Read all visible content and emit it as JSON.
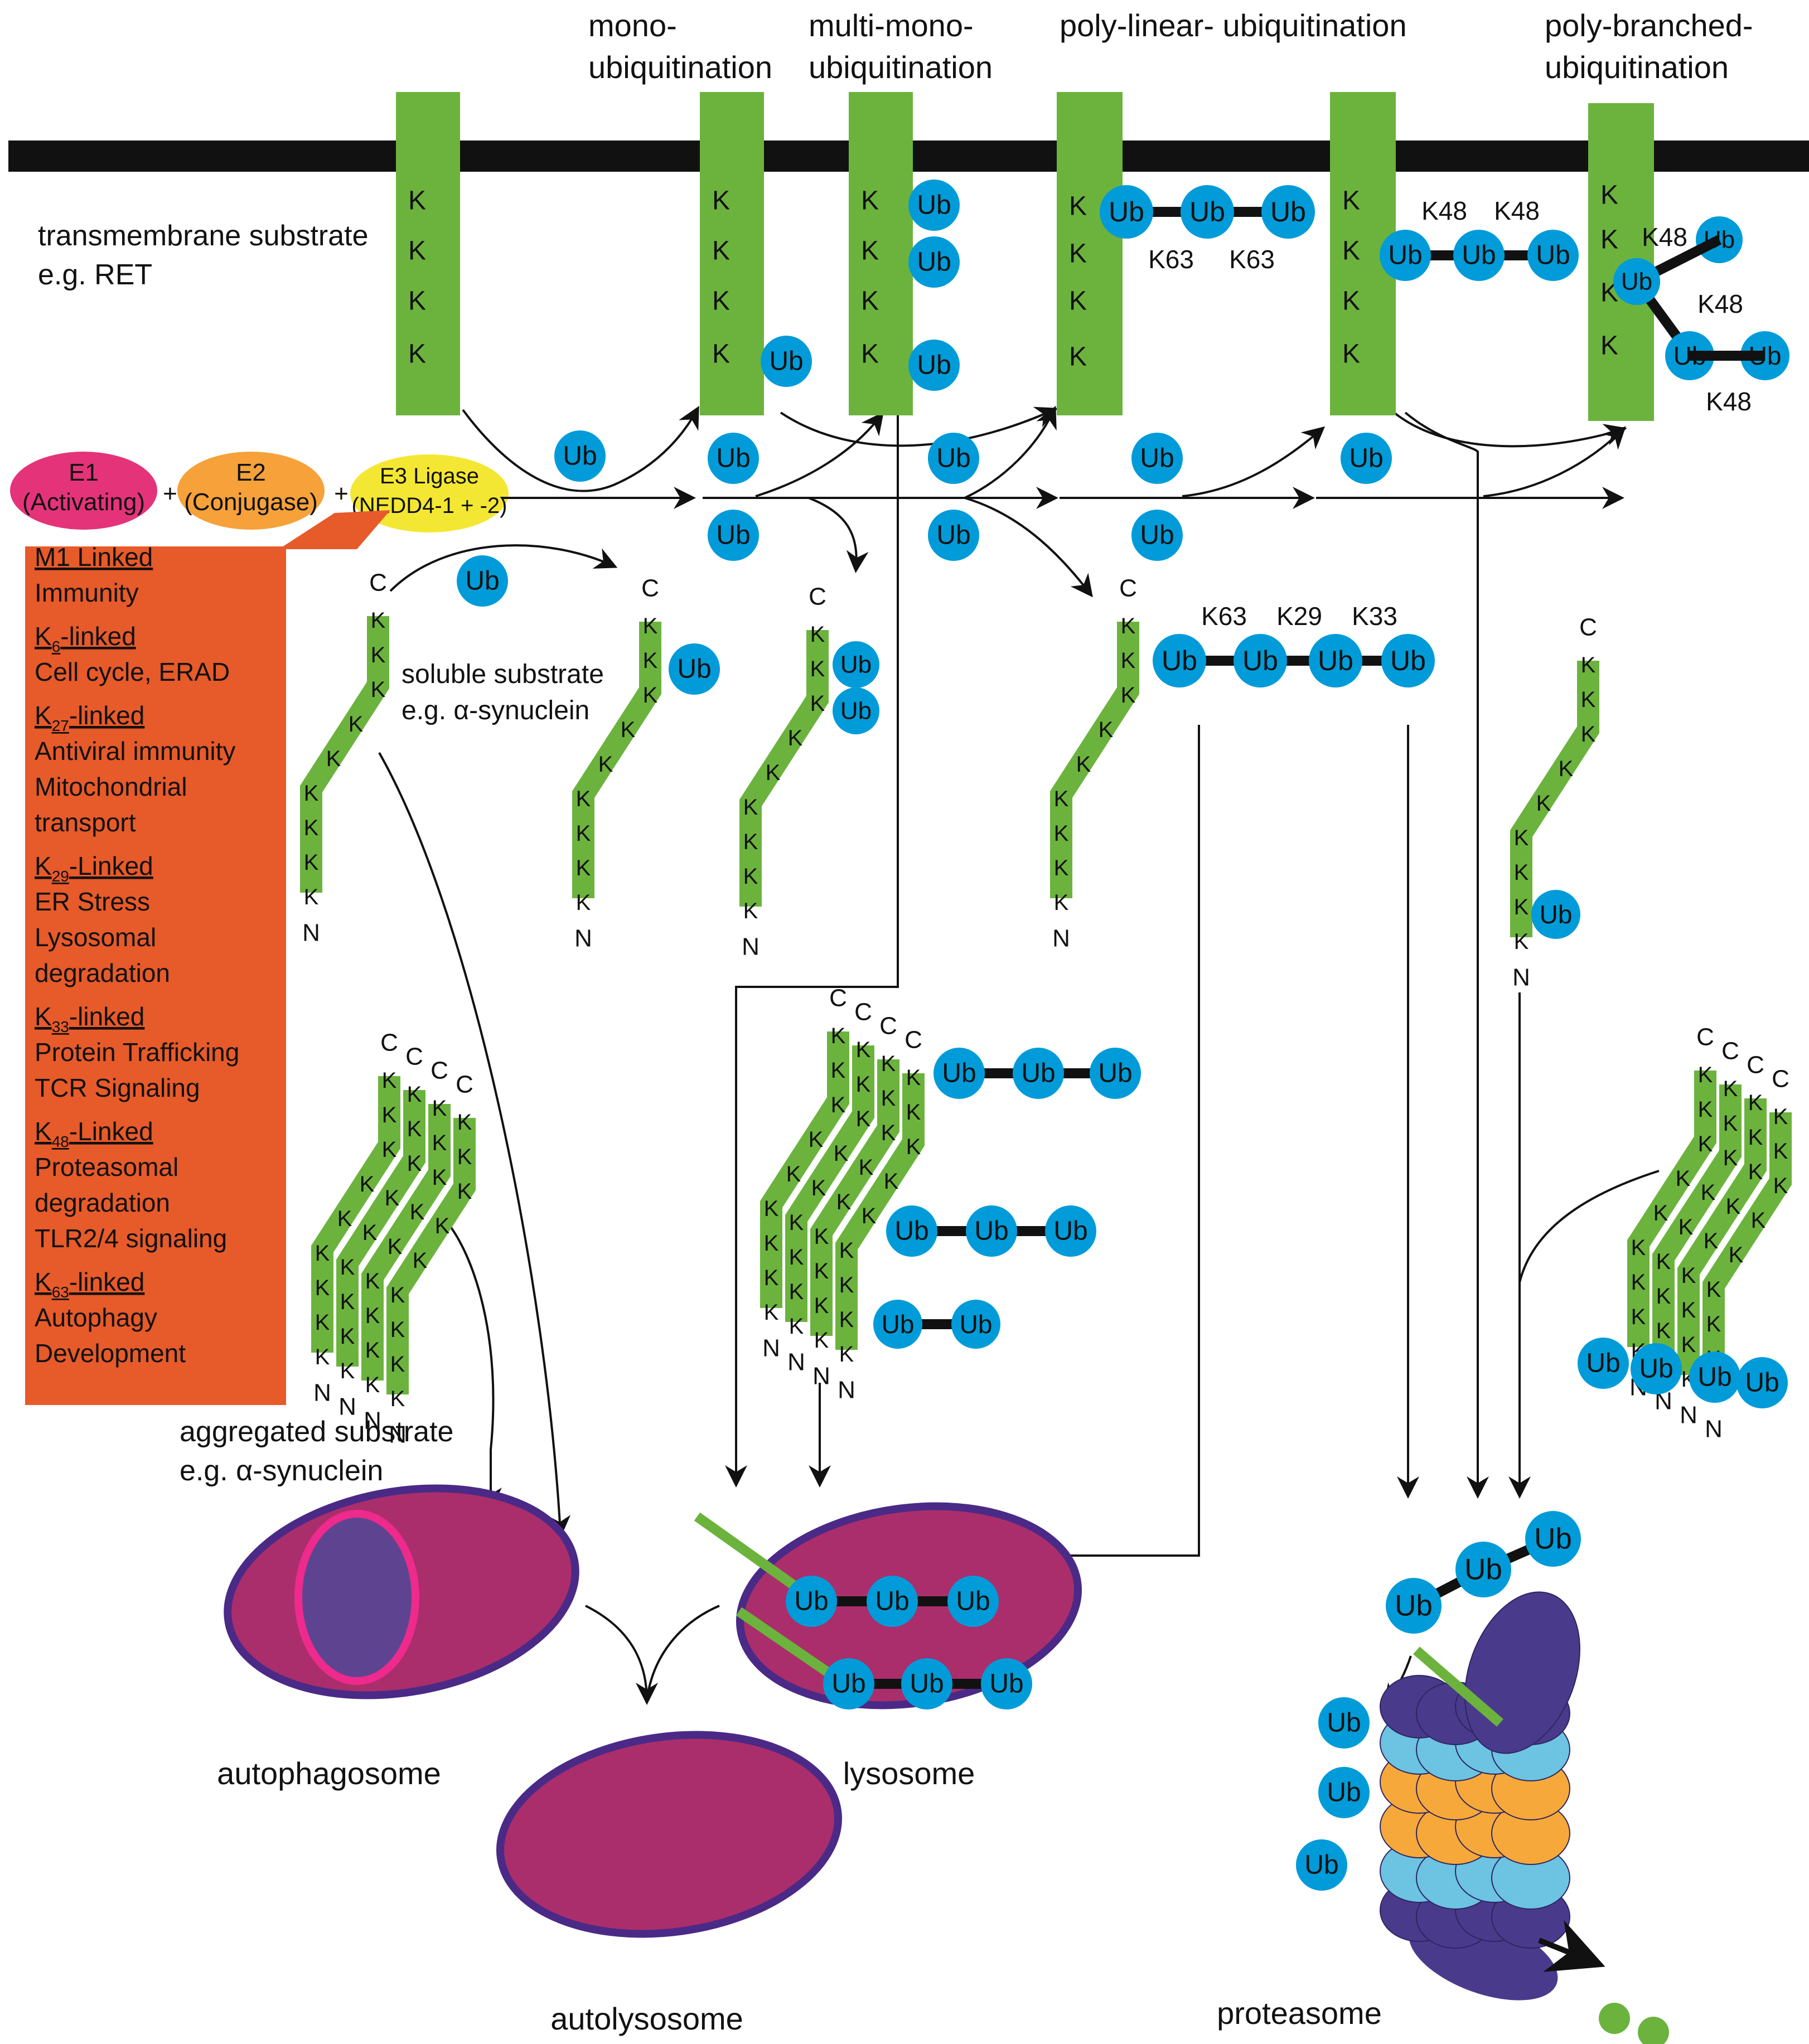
{
  "colors": {
    "membrane": "#111111",
    "substrate": "#6cb33e",
    "ubiquitin": "#009bd8",
    "e1": "#e5337a",
    "e2": "#f6a13a",
    "e3": "#f4e733",
    "legend_box": "#e75a2a",
    "organelle_fill": "#aa2e6b",
    "organelle_border": "#4a2a86",
    "autophagosome_core": "#5e4490",
    "autophagosome_ring": "#ee2a8c",
    "proteasome_dark": "#4a3a8c",
    "proteasome_light": "#6cc3e2",
    "proteasome_orange": "#f6a93a",
    "peptide": "#6cb33e"
  },
  "labels": {
    "ub": "Ub",
    "lys": "K",
    "c_term": "C",
    "n_term": "N"
  },
  "header": {
    "mono": [
      "mono-",
      "ubiquitination"
    ],
    "multi": [
      "multi-mono-",
      "ubiquitination"
    ],
    "linear": "poly-linear- ubiquitination",
    "branched": [
      "poly-branched-",
      "ubiquitination"
    ]
  },
  "substrates": {
    "transmembrane": [
      "transmembrane substrate",
      "e.g. RET"
    ],
    "soluble": [
      "soluble substrate",
      "e.g. α-synuclein"
    ],
    "aggregated": [
      "aggregated substrate",
      "e.g. α-synuclein"
    ]
  },
  "enzymes": {
    "e1": [
      "E1",
      "(Activating)"
    ],
    "e2": [
      "E2",
      "(Conjugase)"
    ],
    "e3": [
      "E3 Ligase",
      "(NEDD4-1 + -2)"
    ],
    "plus": "+"
  },
  "linkages": {
    "k63": "K63",
    "k48": "K48",
    "k29": "K29",
    "k33": "K33"
  },
  "legend": [
    {
      "head": "M1 Linked",
      "sub": "",
      "tail": "",
      "lines": [
        "Immunity"
      ]
    },
    {
      "head": "K",
      "sub": "6",
      "tail": "-linked",
      "lines": [
        "Cell cycle, ERAD"
      ]
    },
    {
      "head": "K",
      "sub": "27",
      "tail": "-linked",
      "lines": [
        "Antiviral immunity",
        "Mitochondrial",
        "transport"
      ]
    },
    {
      "head": "K",
      "sub": "29",
      "tail": "-Linked",
      "lines": [
        "ER Stress",
        "Lysosomal",
        "degradation"
      ]
    },
    {
      "head": "K",
      "sub": "33",
      "tail": "-linked",
      "lines": [
        "Protein Trafficking",
        "TCR Signaling"
      ]
    },
    {
      "head": "K",
      "sub": "48",
      "tail": "-Linked",
      "lines": [
        "Proteasomal",
        "degradation",
        "TLR2/4 signaling"
      ]
    },
    {
      "head": "K",
      "sub": "63",
      "tail": "-linked",
      "lines": [
        "Autophagy",
        "Development"
      ]
    }
  ],
  "organelles": {
    "autophagosome": "autophagosome",
    "lysosome": "lysosome",
    "autolysosome": "autolysosome",
    "proteasome": "proteasome"
  }
}
